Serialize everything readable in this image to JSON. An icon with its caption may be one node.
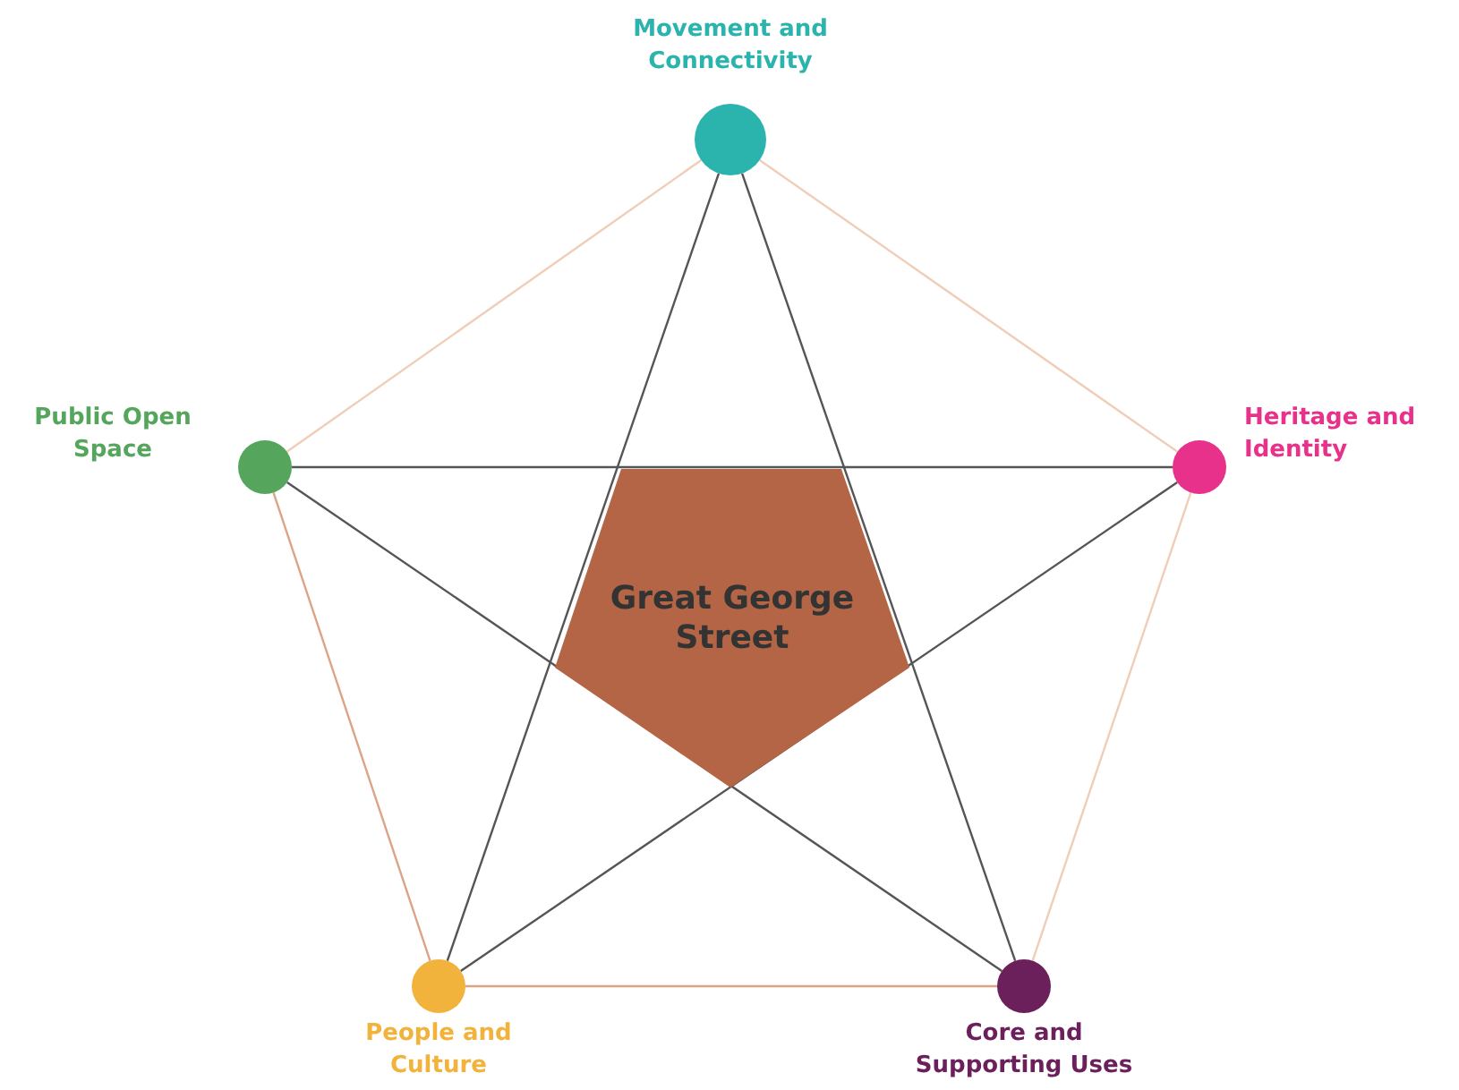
{
  "diagram": {
    "nodes": [
      {
        "text": [
          "Great George Street"
        ]
      },
      {
        "text": [
          "Movement and Connectivity"
        ]
      },
      {
        "text": [
          "Heritage and Identity"
        ]
      },
      {
        "text": [
          "Core and Supporting Uses"
        ]
      },
      {
        "text": [
          "People and Culture"
        ]
      },
      {
        "text": [
          "Public Open Space"
        ]
      }
    ],
    "edges": [
      {
        "from": 1,
        "to": 2,
        "arrow": "none",
        "color": "#f0cdb8"
      },
      {
        "from": 2,
        "to": 3,
        "arrow": "none",
        "color": "#f0cdb8"
      },
      {
        "from": 3,
        "to": 4,
        "arrow": "none",
        "color": "#dba486"
      },
      {
        "from": 4,
        "to": 5,
        "arrow": "none",
        "color": "#dba486"
      },
      {
        "from": 5,
        "to": 1,
        "arrow": "none",
        "color": "#f0cdb8"
      },
      {
        "from": 1,
        "to": 4,
        "arrow": "none"
      },
      {
        "from": 1,
        "to": 3,
        "arrow": "none"
      },
      {
        "from": 5,
        "to": 2,
        "arrow": "none"
      },
      {
        "from": 5,
        "to": 3,
        "arrow": "none"
      },
      {
        "from": 2,
        "to": 4,
        "arrow": "none"
      }
    ]
  }
}
